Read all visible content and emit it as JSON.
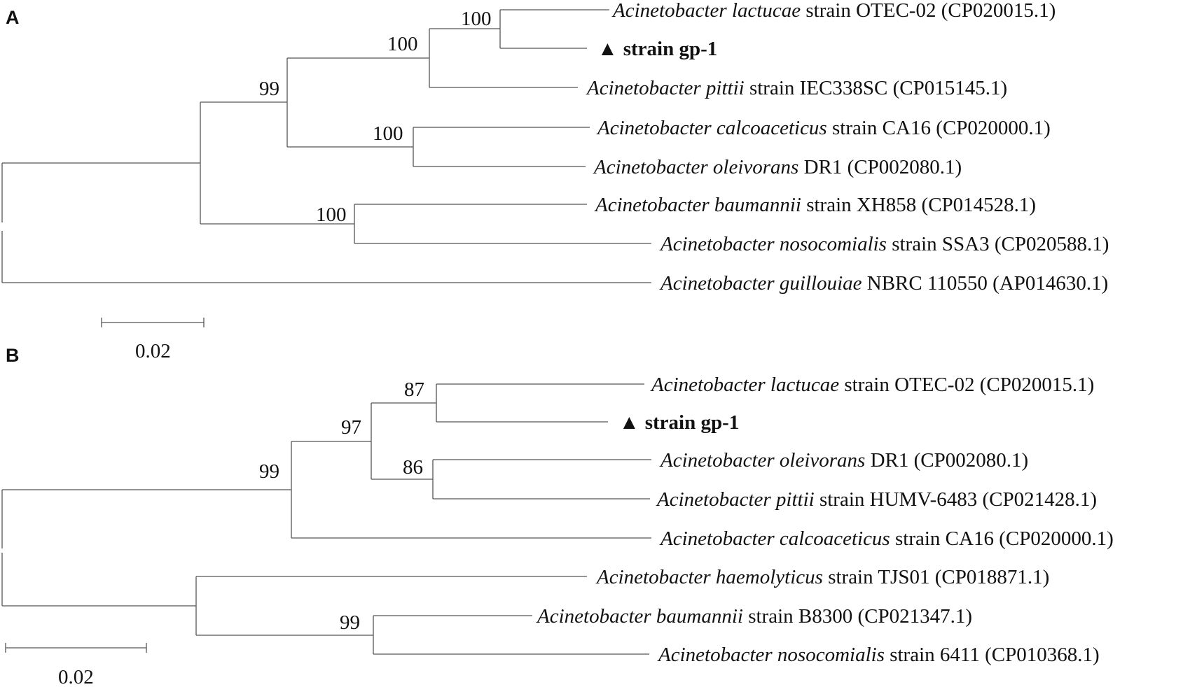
{
  "panels": [
    {
      "label": "A",
      "scale_label": "0.02",
      "leaves": [
        {
          "italic": "Acinetobacter lactucae",
          "rest": " strain OTEC-02 (CP020015.1)"
        },
        {
          "marker": "▲",
          "bold": "strain gp-1"
        },
        {
          "italic": "Acinetobacter pittii",
          "rest": " strain IEC338SC (CP015145.1)"
        },
        {
          "italic": "Acinetobacter calcoaceticus",
          "rest": " strain CA16 (CP020000.1)"
        },
        {
          "italic": "Acinetobacter oleivorans",
          "rest": " DR1 (CP002080.1)"
        },
        {
          "italic": "Acinetobacter baumannii",
          "rest": " strain XH858 (CP014528.1)"
        },
        {
          "italic": "Acinetobacter nosocomialis",
          "rest": " strain SSA3 (CP020588.1)"
        },
        {
          "italic": "Acinetobacter guillouiae",
          "rest": " NBRC 110550 (AP014630.1)"
        }
      ],
      "bootstrap": [
        "100",
        "100",
        "99",
        "100",
        "100"
      ]
    },
    {
      "label": "B",
      "scale_label": "0.02",
      "leaves": [
        {
          "italic": "Acinetobacter lactucae",
          "rest": " strain OTEC-02 (CP020015.1)"
        },
        {
          "marker": "▲",
          "bold": "strain gp-1"
        },
        {
          "italic": "Acinetobacter oleivorans",
          "rest": " DR1 (CP002080.1)"
        },
        {
          "italic": "Acinetobacter pittii",
          "rest": " strain HUMV-6483 (CP021428.1)"
        },
        {
          "italic": "Acinetobacter calcoaceticus",
          "rest": " strain CA16 (CP020000.1)"
        },
        {
          "italic": "Acinetobacter haemolyticus",
          "rest": " strain TJS01 (CP018871.1)"
        },
        {
          "italic": "Acinetobacter baumannii",
          "rest": " strain B8300 (CP021347.1)"
        },
        {
          "italic": "Acinetobacter nosocomialis",
          "rest": " strain 6411 (CP010368.1)"
        }
      ],
      "bootstrap": [
        "87",
        "97",
        "86",
        "99",
        "99"
      ]
    }
  ]
}
